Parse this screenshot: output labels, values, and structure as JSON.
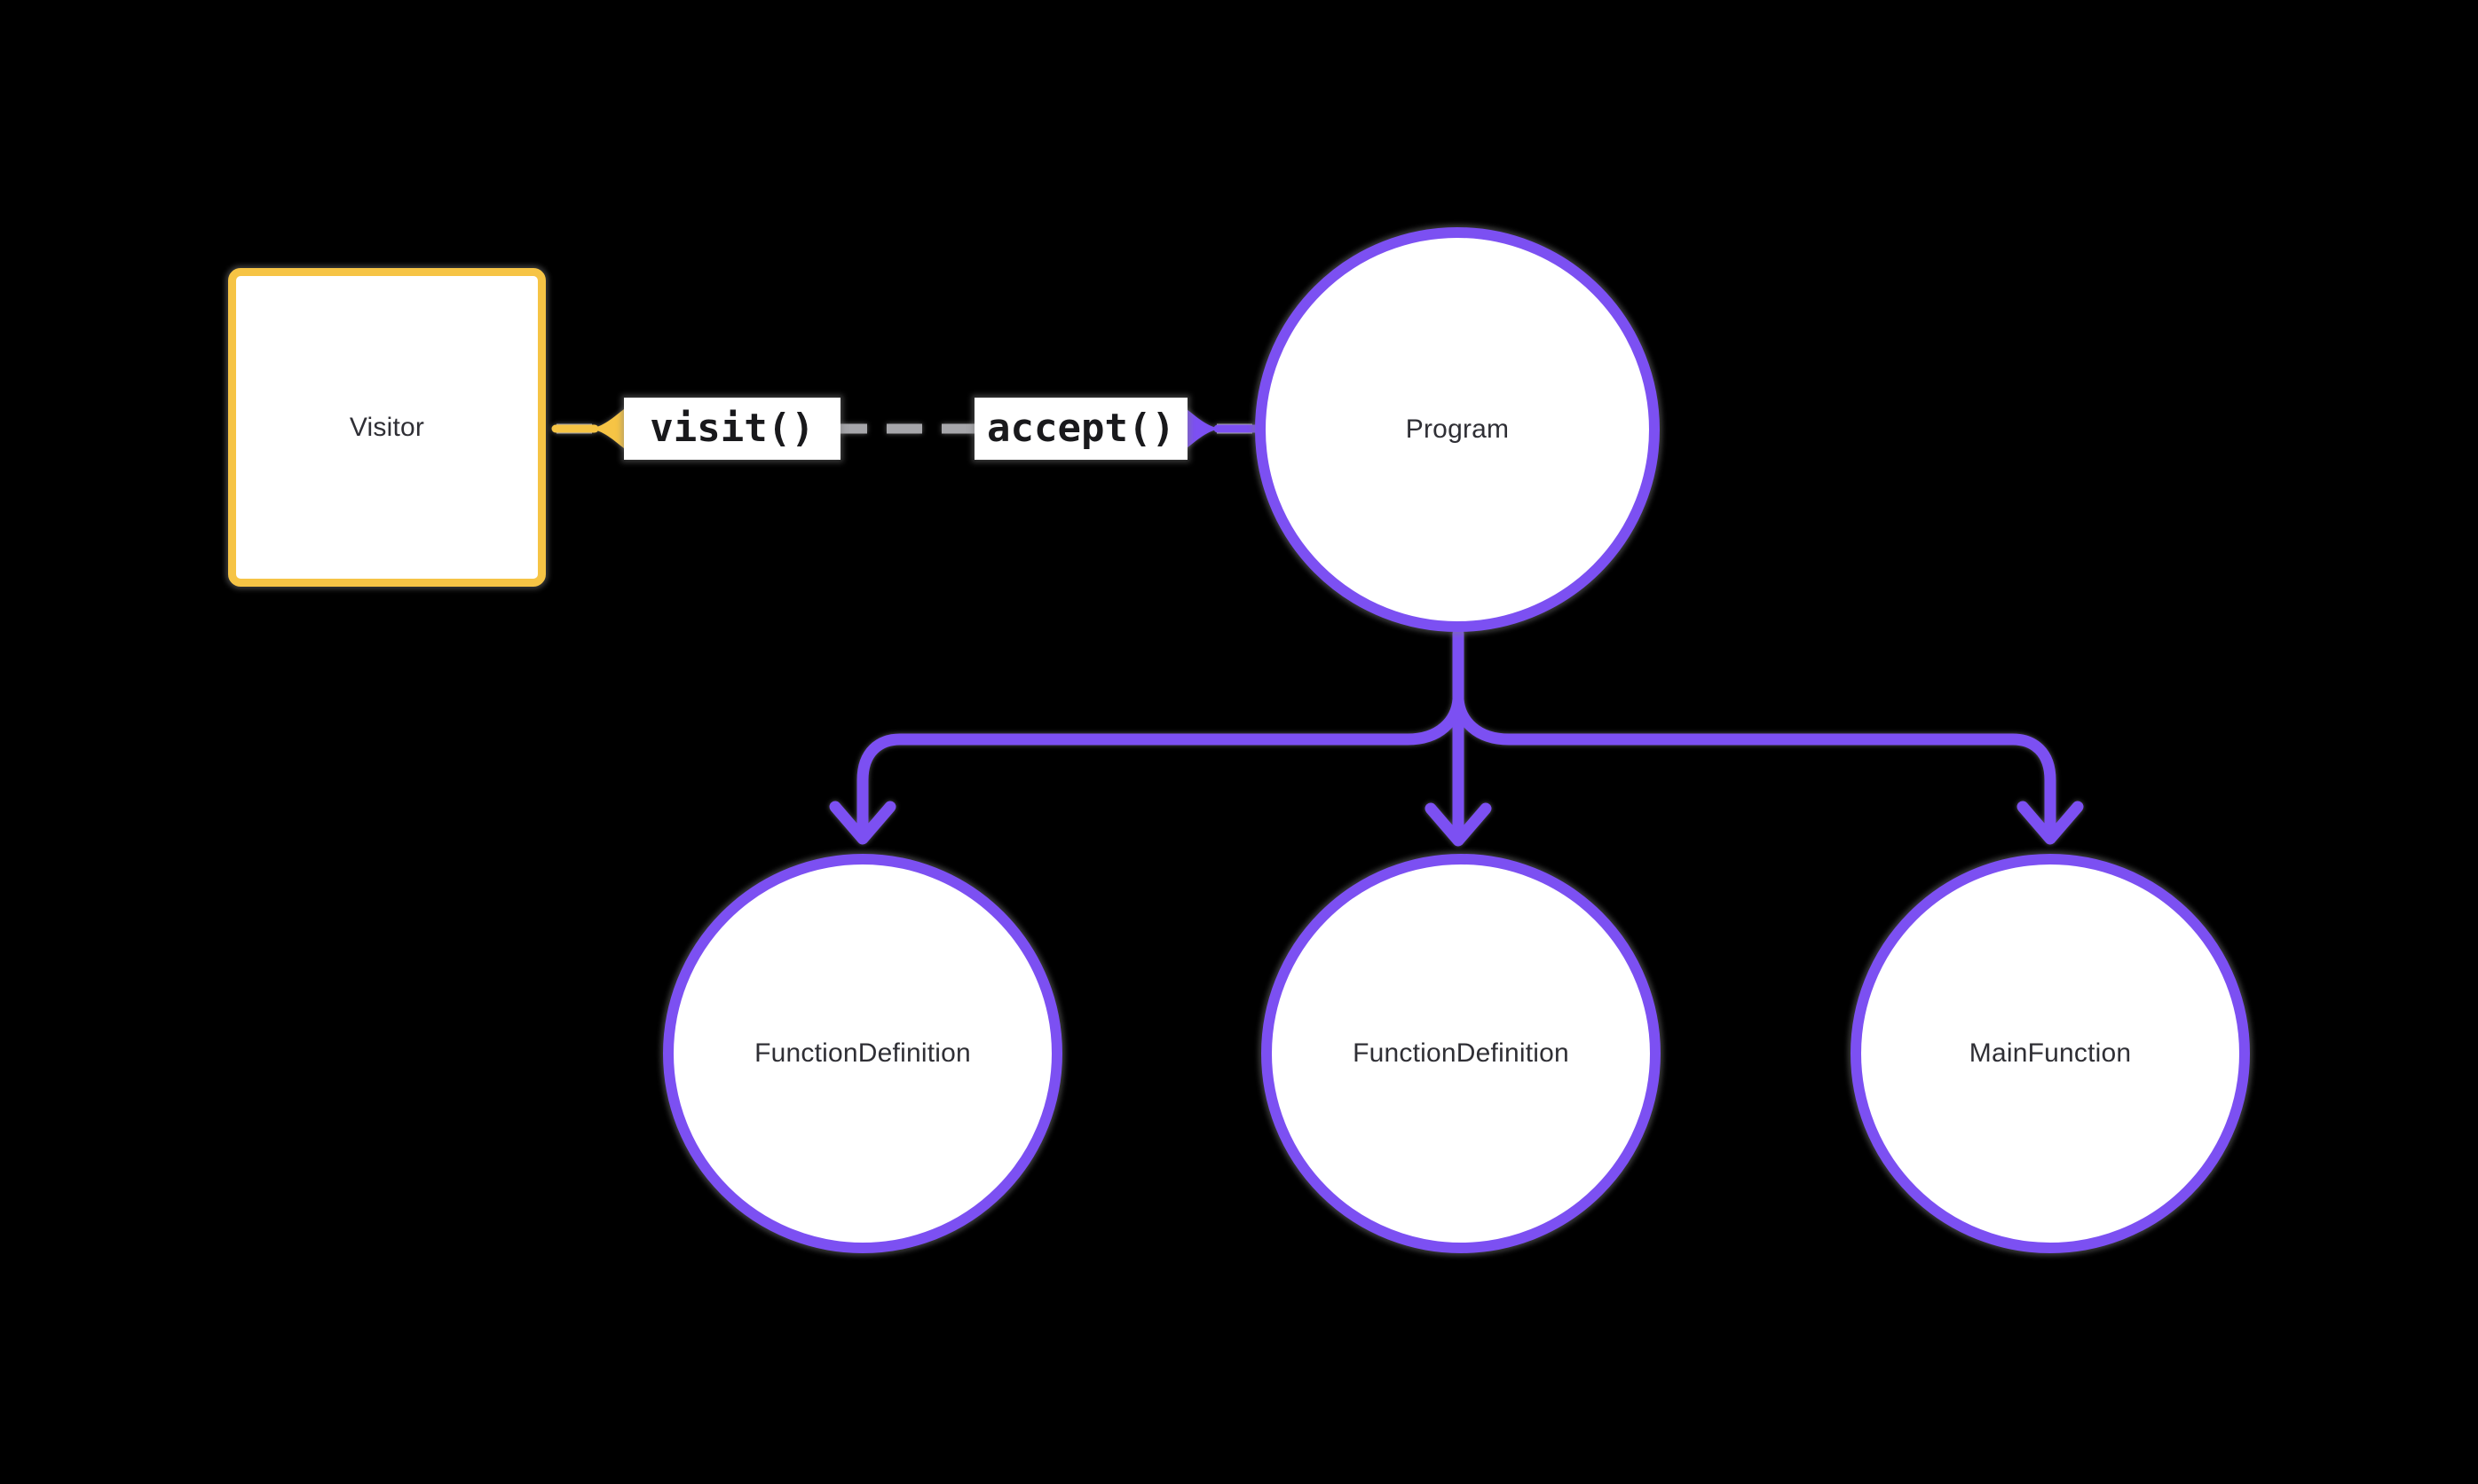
{
  "canvas": {
    "background": "#000000"
  },
  "colors": {
    "bg": "#000000",
    "purple": "#7c50f2",
    "yellow": "#f6c445",
    "gray": "#a6a6aa",
    "node-fill": "#ffffff",
    "node-text": "#2f2f35",
    "code-text": "#19191c",
    "chip-bg": "#ffffff"
  },
  "nodes": {
    "visitor": {
      "label": "Visitor",
      "shape": "rounded-square",
      "border_color": "#f6c445"
    },
    "program": {
      "label": "Program",
      "shape": "circle",
      "border_color": "#7c50f2"
    },
    "children": [
      {
        "label": "FunctionDefinition",
        "shape": "circle",
        "border_color": "#7c50f2"
      },
      {
        "label": "FunctionDefinition",
        "shape": "circle",
        "border_color": "#7c50f2"
      },
      {
        "label": "MainFunction",
        "shape": "circle",
        "border_color": "#7c50f2"
      }
    ]
  },
  "edges": {
    "visitor_program": {
      "style": "dashed",
      "line_color": "#a6a6aa",
      "labels": [
        {
          "text": "visit()",
          "arrow_color": "#f6c445",
          "arrow_direction": "toward-visitor"
        },
        {
          "text": "accept()",
          "arrow_color": "#7c50f2",
          "arrow_direction": "toward-program"
        }
      ]
    },
    "program_to_children": {
      "style": "solid",
      "color": "#7c50f2",
      "arrowheads": "down-chevron",
      "target_count": 3
    }
  }
}
